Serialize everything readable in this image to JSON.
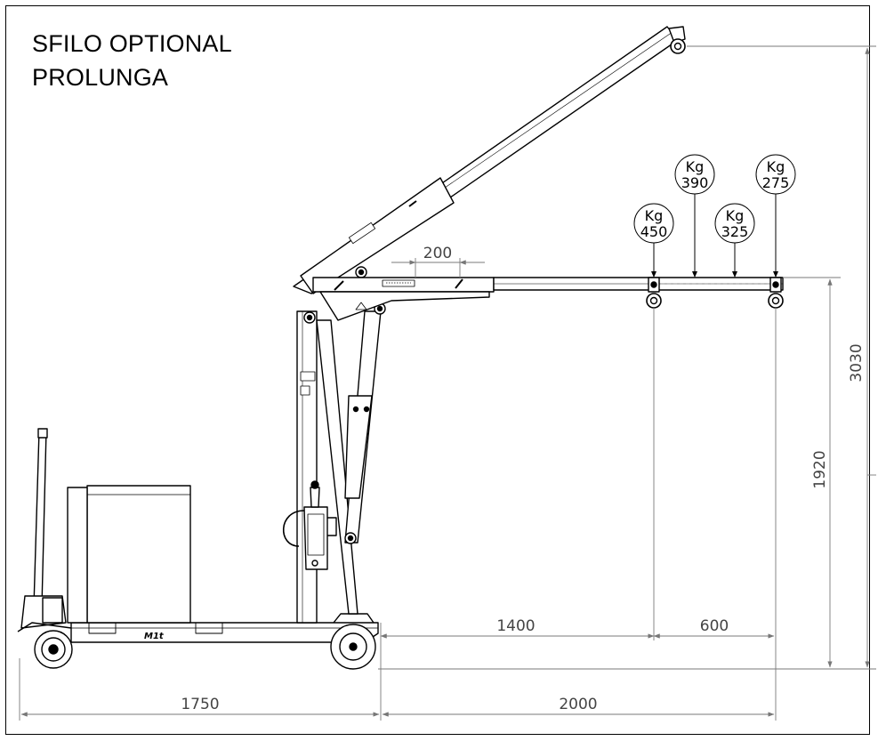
{
  "title": {
    "line1": "SFILO OPTIONAL",
    "line2": "PROLUNGA"
  },
  "dimensions": {
    "d200": "200",
    "d3030": "3030",
    "d1920": "1920",
    "d1400": "1400",
    "d600": "600",
    "d1750": "1750",
    "d2000": "2000"
  },
  "loads": [
    {
      "unit": "Kg",
      "value": "450"
    },
    {
      "unit": "Kg",
      "value": "390"
    },
    {
      "unit": "Kg",
      "value": "325"
    },
    {
      "unit": "Kg",
      "value": "275"
    }
  ],
  "logo_text": "M1t",
  "colors": {
    "line": "#000000",
    "dimension": "#7a7a7a",
    "dimension_text": "#444444"
  }
}
